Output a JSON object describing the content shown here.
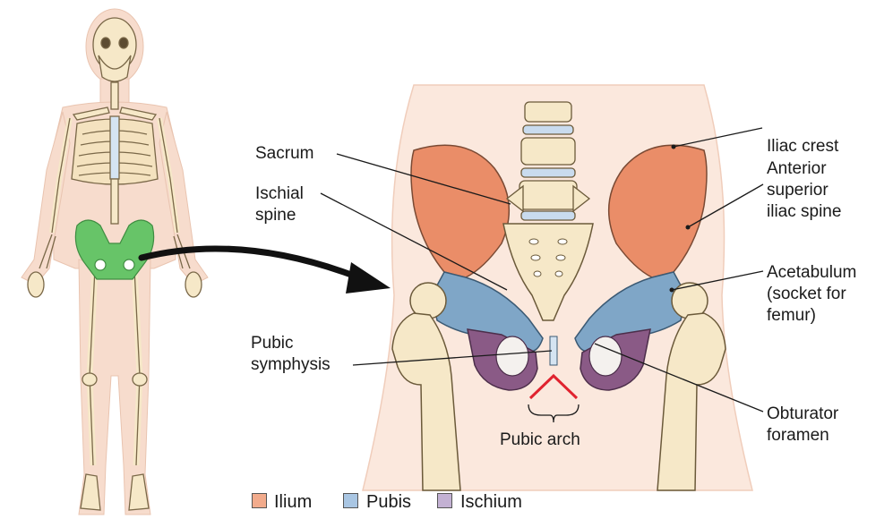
{
  "labels": {
    "iliac_crest": "Iliac crest",
    "anterior_superior_iliac_spine": [
      "Anterior",
      "superior",
      "iliac spine"
    ],
    "acetabulum": [
      "Acetabulum",
      "(socket for",
      "femur)"
    ],
    "obturator_foramen": [
      "Obturator",
      "foramen"
    ],
    "sacrum": "Sacrum",
    "ischial_spine": [
      "Ischial",
      "spine"
    ],
    "pubic_symphysis": [
      "Pubic",
      "symphysis"
    ],
    "pubic_arch": "Pubic arch"
  },
  "legend": [
    {
      "label": "Ilium",
      "color": "#f2ab8c"
    },
    {
      "label": "Pubis",
      "color": "#a9c6e3"
    },
    {
      "label": "Ischium",
      "color": "#c3b1d3"
    }
  ],
  "colors": {
    "ilium": "#ea8d68",
    "pubis": "#7fa6c7",
    "ischium": "#8a5a86",
    "bone": "#f6e8c8",
    "bone_outline": "#6b5a3a",
    "skin": "#f7dccd",
    "highlight_pelvis": "#67c468",
    "arch_line": "#e0232f",
    "leader_line": "#1a1a1a",
    "arrow": "#111111"
  },
  "icons": [
    "curved-arrow-icon"
  ]
}
